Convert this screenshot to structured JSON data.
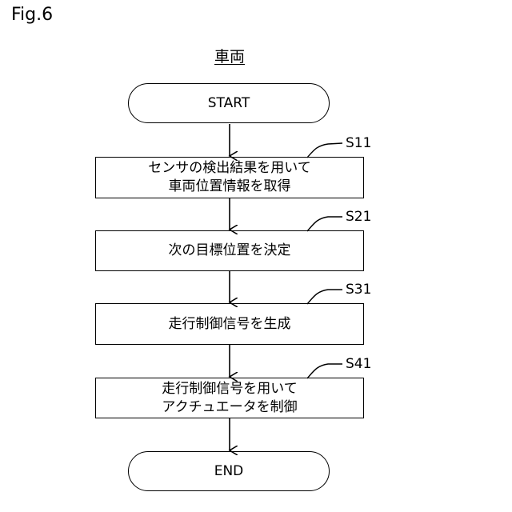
{
  "figure_label": "Fig.6",
  "title": "車両",
  "start": "START",
  "end": "END",
  "steps": [
    {
      "id": "S11",
      "lines": [
        "センサの検出結果を用いて",
        "車両位置情報を取得"
      ]
    },
    {
      "id": "S21",
      "lines": [
        "次の目標位置を決定"
      ]
    },
    {
      "id": "S31",
      "lines": [
        "走行制御信号を生成"
      ]
    },
    {
      "id": "S41",
      "lines": [
        "走行制御信号を用いて",
        "アクチュエータを制御"
      ]
    }
  ]
}
